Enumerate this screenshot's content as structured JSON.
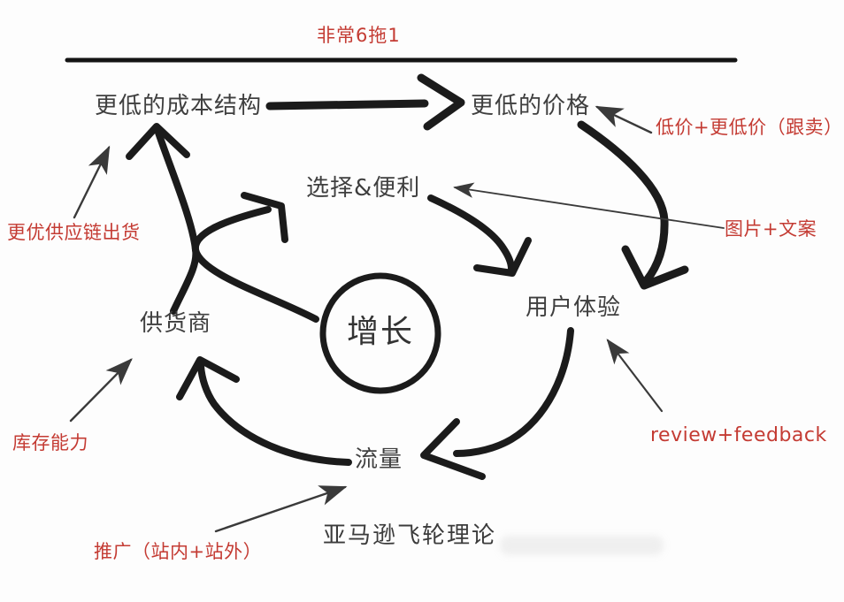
{
  "title": {
    "text": "非常6拖1",
    "color": "#c43b33"
  },
  "nodes": {
    "cost_structure": {
      "label": "更低的成本结构"
    },
    "price": {
      "label": "更低的价格"
    },
    "selection": {
      "label": "选择&便利"
    },
    "growth": {
      "label": "增长"
    },
    "supplier": {
      "label": "供货商"
    },
    "ux": {
      "label": "用户体验"
    },
    "traffic": {
      "label": "流量"
    }
  },
  "annotations": {
    "supply_chain": {
      "label": "更优供应链出货"
    },
    "follow_sell": {
      "label": "低价+更低价（跟卖）"
    },
    "image_copy": {
      "label": "图片+文案"
    },
    "review_feedback": {
      "label": "review+feedback"
    },
    "inventory": {
      "label": "库存能力"
    },
    "promotion": {
      "label": "推广（站内+站外）"
    }
  },
  "footer": {
    "label": "亚马逊飞轮理论"
  },
  "edges": [
    {
      "from": "供货商",
      "to": "更低的成本结构"
    },
    {
      "from": "更低的成本结构",
      "to": "更低的价格"
    },
    {
      "from": "增长",
      "to": "选择&便利"
    },
    {
      "from": "选择&便利",
      "to": "用户体验"
    },
    {
      "from": "更低的价格",
      "to": "用户体验"
    },
    {
      "from": "用户体验",
      "to": "流量"
    },
    {
      "from": "流量",
      "to": "供货商"
    },
    {
      "from": "更优供应链出货",
      "to": "更低的成本结构"
    },
    {
      "from": "低价+更低价（跟卖）",
      "to": "更低的价格"
    },
    {
      "from": "图片+文案",
      "to": "选择&便利"
    },
    {
      "from": "review+feedback",
      "to": "用户体验"
    },
    {
      "from": "库存能力",
      "to": "供货商"
    },
    {
      "from": "推广（站内+站外）",
      "to": "流量"
    }
  ],
  "colors": {
    "ink": "#1b1b1b",
    "thin_arrow": "#3a3a3a",
    "text": "#3f3f3f",
    "red": "#c43b33",
    "background": "#fdfdfd"
  }
}
